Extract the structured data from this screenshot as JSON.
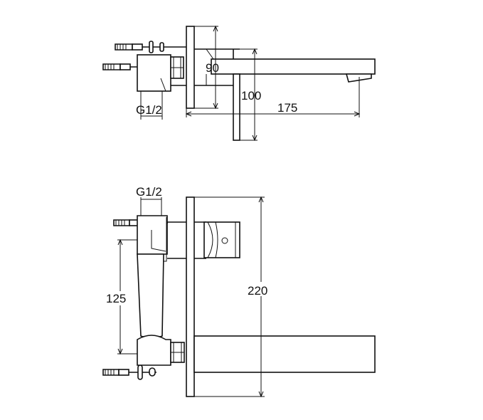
{
  "drawing": {
    "top_view": {
      "dimensions": {
        "projection": "90",
        "height": "100",
        "spout_length": "175",
        "thread": "G1/2"
      }
    },
    "front_view": {
      "dimensions": {
        "thread": "G1/2",
        "inlet_spacing": "125",
        "plate_height": "220"
      }
    }
  }
}
